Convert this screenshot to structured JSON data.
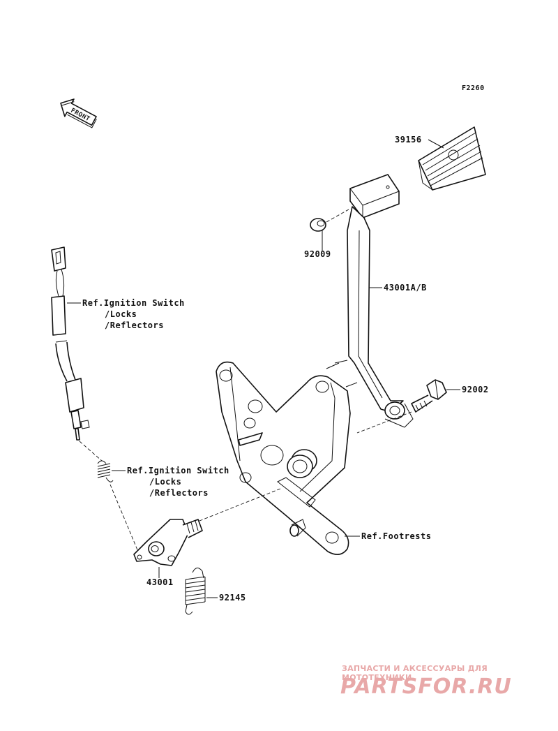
{
  "figure_code": "F2260",
  "front_arrow": {
    "text": "FRONT"
  },
  "parts": [
    {
      "number": "39156"
    },
    {
      "number": "92009"
    },
    {
      "number": "43001A/B"
    },
    {
      "number": "92002"
    },
    {
      "number": "43001"
    },
    {
      "number": "92145"
    }
  ],
  "references": {
    "switch_upper": {
      "line1": "Ref.Ignition Switch",
      "line2": "/Locks",
      "line3": "/Reflectors"
    },
    "switch_lower": {
      "line1": "Ref.Ignition Switch",
      "line2": "/Locks",
      "line3": "/Reflectors"
    },
    "footrests": "Ref.Footrests"
  },
  "watermark": {
    "tagline": "ЗАПЧАСТИ И АКСЕССУАРЫ ДЛЯ МОТОТЕХНИКИ",
    "logo": "PARTSFOR.RU",
    "color": "#e8a8a8"
  },
  "colors": {
    "line": "#111111",
    "background": "#ffffff"
  }
}
